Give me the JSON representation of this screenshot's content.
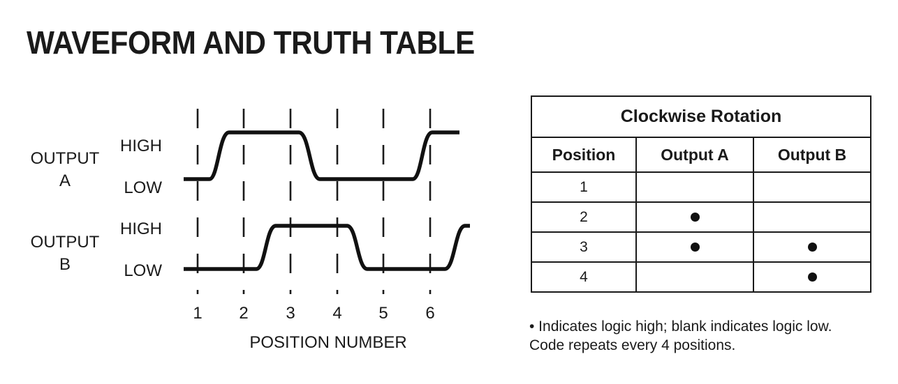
{
  "page": {
    "title": "WAVEFORM AND TRUTH TABLE",
    "background_color": "#ffffff",
    "ink_color": "#1a1a1a"
  },
  "waveform": {
    "axis_caption": "POSITION NUMBER",
    "position_labels": [
      "1",
      "2",
      "3",
      "4",
      "5",
      "6"
    ],
    "channels": [
      {
        "name": "OUTPUT A",
        "name_line1": "OUTPUT",
        "name_line2": "A",
        "high_label": "HIGH",
        "low_label": "LOW"
      },
      {
        "name": "OUTPUT B",
        "name_line1": "OUTPUT",
        "name_line2": "B",
        "high_label": "HIGH",
        "low_label": "LOW"
      }
    ]
  },
  "chart_data": {
    "type": "line",
    "title": "Waveform",
    "xlabel": "POSITION NUMBER",
    "ylabel": "",
    "x": [
      1,
      2,
      3,
      4,
      5,
      6
    ],
    "xlim": [
      0.7,
      6.6
    ],
    "grid": true,
    "grid_style": "dashed-vertical",
    "legend": "none",
    "series": [
      {
        "name": "OUTPUT A",
        "levels": [
          "LOW",
          "HIGH"
        ],
        "values": [
          "LOW",
          "HIGH",
          "HIGH",
          "LOW",
          "LOW",
          "HIGH"
        ],
        "transitions": [
          {
            "from": "LOW",
            "to": "HIGH",
            "at": 1.5
          },
          {
            "from": "HIGH",
            "to": "LOW",
            "at": 3.65
          },
          {
            "from": "LOW",
            "to": "HIGH",
            "at": 5.7
          }
        ]
      },
      {
        "name": "OUTPUT B",
        "levels": [
          "LOW",
          "HIGH"
        ],
        "values": [
          "LOW",
          "LOW",
          "HIGH",
          "HIGH",
          "LOW",
          "LOW"
        ],
        "transitions": [
          {
            "from": "LOW",
            "to": "HIGH",
            "at": 2.45
          },
          {
            "from": "HIGH",
            "to": "LOW",
            "at": 4.4
          },
          {
            "from": "LOW",
            "to": "HIGH",
            "at": 6.4
          }
        ]
      }
    ]
  },
  "truth_table": {
    "title": "Clockwise Rotation",
    "columns": [
      "Position",
      "Output A",
      "Output B"
    ],
    "rows": [
      {
        "position": "1",
        "output_a": false,
        "output_b": false
      },
      {
        "position": "2",
        "output_a": true,
        "output_b": false
      },
      {
        "position": "3",
        "output_a": true,
        "output_b": true
      },
      {
        "position": "4",
        "output_a": false,
        "output_b": true
      }
    ],
    "footnote": "• Indicates logic high; blank indicates logic low. Code repeats every 4 positions."
  }
}
